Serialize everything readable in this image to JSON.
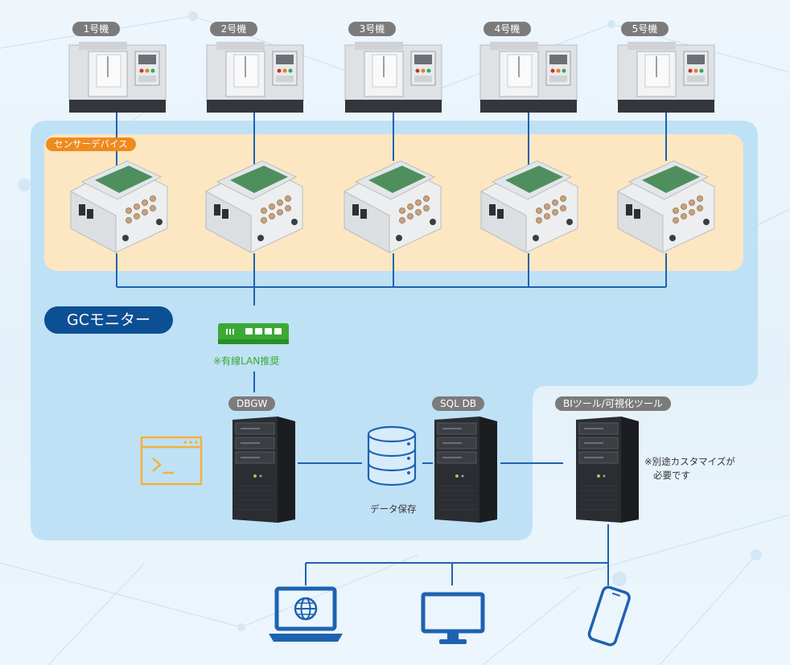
{
  "machines": [
    "1号機",
    "2号機",
    "3号機",
    "4号機",
    "5号機"
  ],
  "sensor_label": "センサーデバイス",
  "gc_label": "GCモニター",
  "lan_note": "※有線LAN推奨",
  "servers": {
    "dbgw": "DBGW",
    "sqldb": "SQL DB",
    "bi": "BIツール/可視化ツール"
  },
  "data_note": "データ保存",
  "custom_note_line1": "※別途カスタマイズが",
  "custom_note_line2": "必要です",
  "clients": [
    "laptop-globe-icon",
    "desktop-monitor-icon",
    "smartphone-icon"
  ],
  "colors": {
    "line": "#1e62b0",
    "gc_badge": "#0d4f94",
    "sensor_badge": "#ef8a1f",
    "panel": "#bfe1f6",
    "sensor_panel": "#fce7c2",
    "lan": "#3aaa35",
    "terminal": "#f3b13b"
  }
}
